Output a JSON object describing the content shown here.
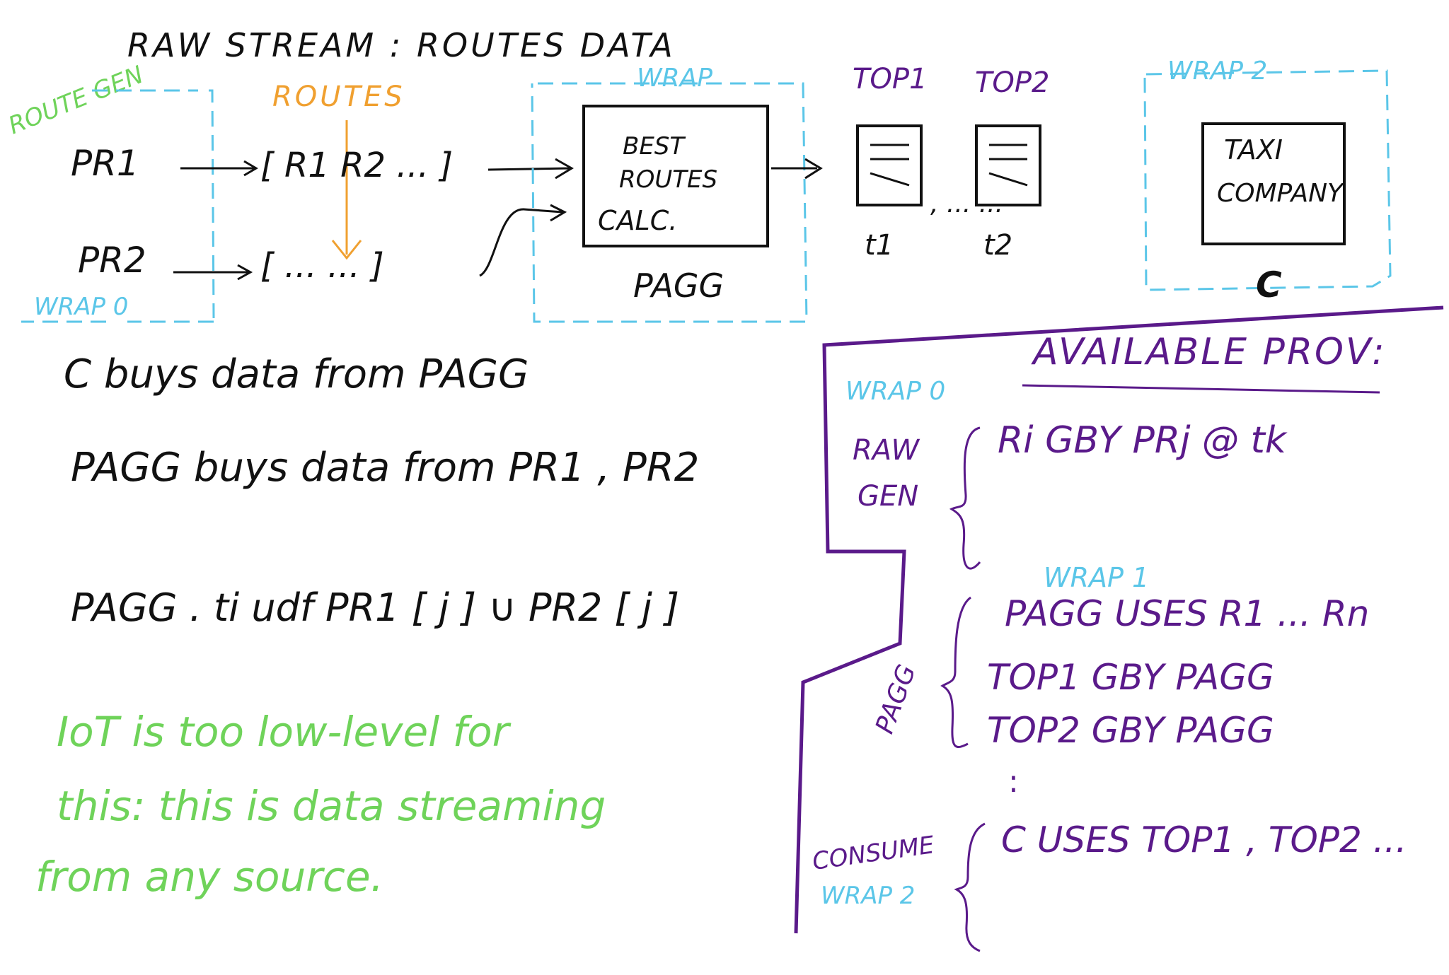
{
  "colors": {
    "ink": "#111111",
    "cyan": "#5bc6e8",
    "orange": "#f0a030",
    "green": "#6fd35a",
    "purple": "#5a1a8a"
  },
  "title": "RAW STREAM : ROUTES DATA",
  "left": {
    "route_gen": "ROUTE GEN",
    "wrap0": "WRAP 0",
    "routes": "ROUTES",
    "pr1": "PR1",
    "pr2": "PR2",
    "list1": "[ R1 R2 ... ]",
    "list2": "[ ... ... ]"
  },
  "middle": {
    "wrap": "WRAP",
    "box_line1": "BEST",
    "box_line2": "ROUTES",
    "box_line3": "CALC.",
    "pagg": "PAGG"
  },
  "tops": {
    "top1": "TOP1",
    "top2": "TOP2",
    "t1": "t1",
    "t2": "t2",
    "ellipsis": ", ... ..."
  },
  "right": {
    "wrap2": "WRAP 2",
    "box_line1": "TAXI",
    "box_line2": "COMPANY",
    "c": "C"
  },
  "notes": {
    "line1": "C buys data from PAGG",
    "line2": "PAGG buys data from PR1 , PR2",
    "line3": "PAGG . ti udf PR1 [ j ] ∪ PR2 [ j ]"
  },
  "green_note": {
    "line1": "IoT is too low-level for",
    "line2": "this: this is data streaming",
    "line3": "from any source."
  },
  "panel": {
    "heading": "AVAILABLE PROV:",
    "wrap0": "WRAP 0",
    "raw_gen_1": "RAW",
    "raw_gen_2": "GEN",
    "raw_line": "Ri  GBY  PRj @ tk",
    "wrap1": "WRAP 1",
    "pagg_side": "PAGG",
    "pagg_line1": "PAGG  USES  R1 ... Rn",
    "pagg_line2": "TOP1  GBY  PAGG",
    "pagg_line3": "TOP2  GBY  PAGG",
    "dots": ":",
    "consume_1": "CONSUME",
    "consume_2": "WRAP 2",
    "consume_line": "C  USES  TOP1 , TOP2 ..."
  }
}
